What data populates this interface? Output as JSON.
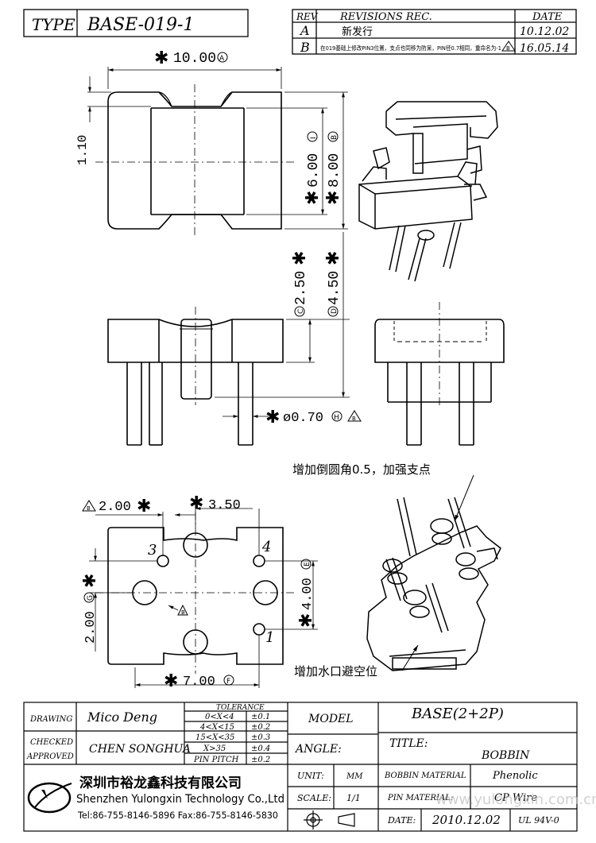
{
  "header": {
    "type_label": "TYPE",
    "type_value": "BASE-019-1",
    "rev_label": "REV",
    "revisions_label": "REVISIONS REC.",
    "date_label": "DATE",
    "revisions": [
      {
        "rev": "A",
        "text": "新发行",
        "date": "10.12.02"
      },
      {
        "rev": "B",
        "text": "在019基础上修改PIN3位置，支点也同移为防呆，PIN径0.7相同，重命名为-1",
        "date": "16.05.14"
      }
    ]
  },
  "dimensions": {
    "width_top": "10.00",
    "height_inner": "6.00",
    "height_outer": "8.00",
    "left_small": "1.10",
    "side_height_a": "2.50",
    "side_height_b": "4.50",
    "pin_diameter": "ø0.70",
    "pitch_left": "2.00",
    "pitch_mid": "3.50",
    "pitch_vertical": "4.00",
    "pitch_left_vertical": "2.00",
    "width_bottom": "7.00",
    "star": "✱",
    "marks": {
      "A": "A",
      "B": "B",
      "C": "C",
      "D": "D",
      "E": "E",
      "F": "F",
      "G": "G",
      "H": "H",
      "I": "I"
    }
  },
  "pins": {
    "p1": "1",
    "p3": "3",
    "p4": "4"
  },
  "notes": {
    "chamfer": "增加倒圆角0.5，加强支点",
    "gate": "增加水口避空位"
  },
  "title_block": {
    "drawing_label": "DRAWING",
    "drawing_value": "Mico Deng",
    "checked_label": "CHECKED",
    "approved_label": "APPROVED",
    "checked_value": "CHEN SONGHUA",
    "tolerance_title": "TOLERANCE",
    "tolerances": [
      {
        "range": "0<X<4",
        "tol": "±0.1"
      },
      {
        "range": "4<X<15",
        "tol": "±0.2"
      },
      {
        "range": "15<X<35",
        "tol": "±0.3"
      },
      {
        "range": "X>35",
        "tol": "±0.4"
      },
      {
        "range": "PIN PITCH",
        "tol": "±0.2"
      }
    ],
    "model_label": "MODEL",
    "model_value": "BASE(2+2P)",
    "angle_label": "ANGLE:",
    "title_label": "TITLE:",
    "title_value": "BOBBIN",
    "unit_label": "UNIT:",
    "unit_value": "MM",
    "scale_label": "SCALE:",
    "scale_value": "1/1",
    "bobbin_material_label": "BOBBIN MATERIAL",
    "bobbin_material_value": "Phenolic",
    "pin_material_label": "PIN MATERIAL:",
    "pin_material_value": "CP Wire",
    "date_label": "DATE:",
    "date_value": "2010.12.02",
    "ul_value": "UL 94V-0",
    "company_cn": "深圳市裕龙鑫科技有限公司",
    "company_en": "Shenzhen Yulongxin Technology Co.,Ltd",
    "tel_fax": "Tel:86-755-8146-5896  Fax:86-755-8146-5830",
    "watermark": "www.yulongxin.com.cn"
  }
}
